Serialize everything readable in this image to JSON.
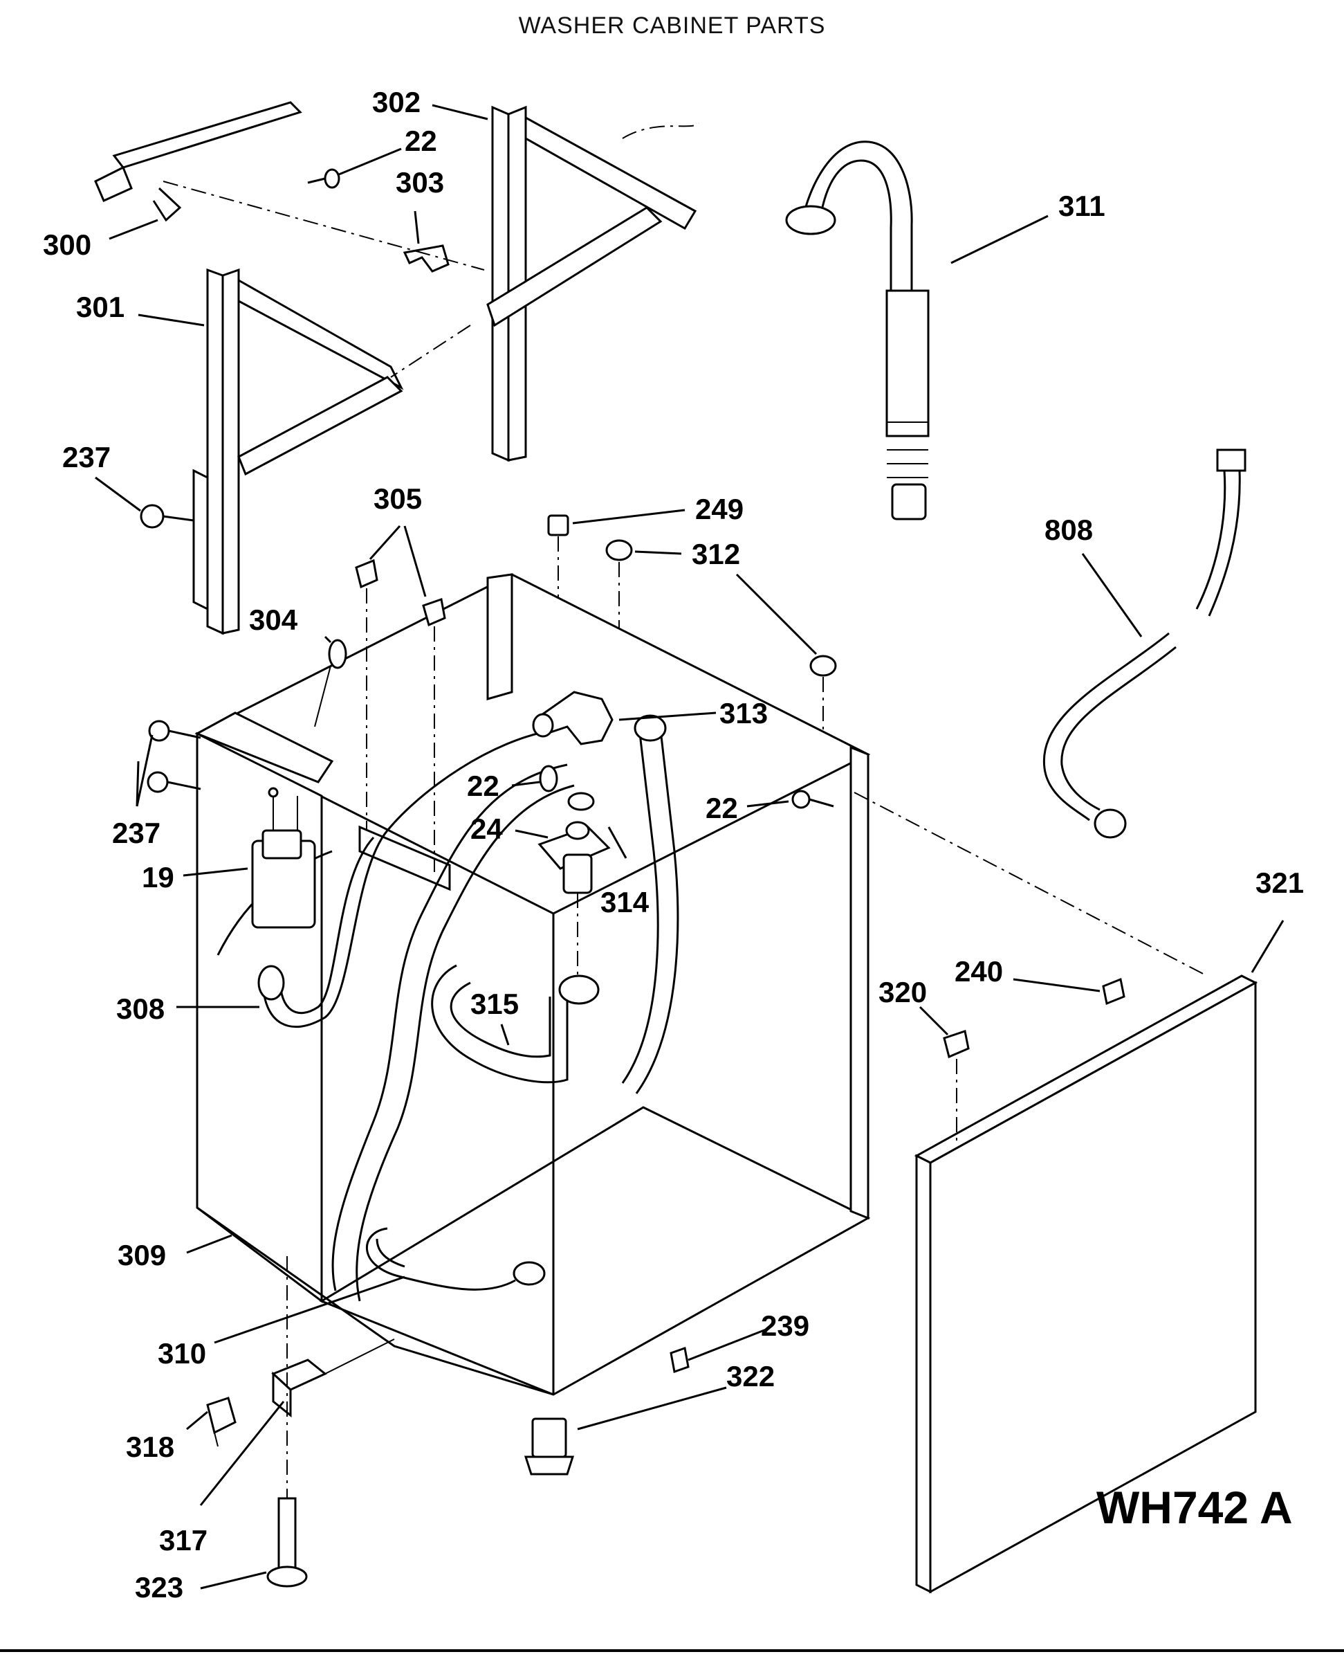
{
  "title": "WASHER CABINET PARTS",
  "drawing_code": "WH742 A",
  "callouts": {
    "c302": "302",
    "c22a": "22",
    "c303": "303",
    "c300": "300",
    "c311": "311",
    "c301": "301",
    "c237a": "237",
    "c305": "305",
    "c249": "249",
    "c312": "312",
    "c808": "808",
    "c304": "304",
    "c313": "313",
    "c237b": "237",
    "c22b": "22",
    "c22c": "22",
    "c24": "24",
    "c19": "19",
    "c314": "314",
    "c321": "321",
    "c240": "240",
    "c320": "320",
    "c308": "308",
    "c315": "315",
    "c309": "309",
    "c310": "310",
    "c239": "239",
    "c322": "322",
    "c318": "318",
    "c317": "317",
    "c323": "323"
  }
}
